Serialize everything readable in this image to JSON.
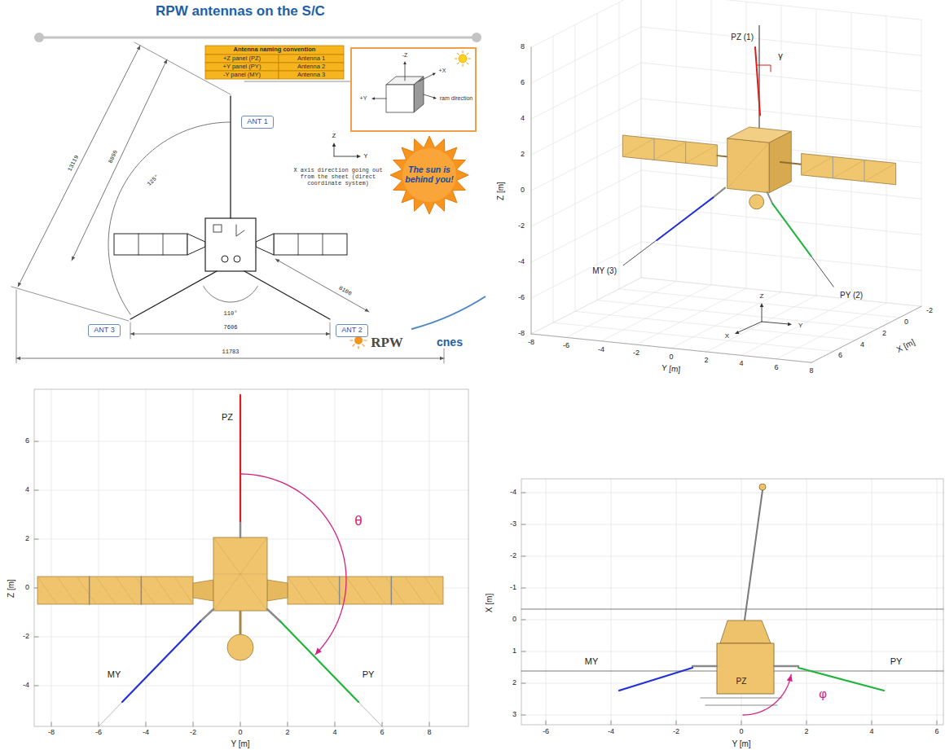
{
  "diagram": {
    "title": "RPW antennas on the S/C",
    "nodes": [
      {
        "text": [
          "-Z",
          "+X",
          "+Y",
          "ram direction"
        ]
      },
      {
        "text": [
          "ANT 1"
        ]
      },
      {
        "text": [
          "The sun is behind you!"
        ]
      },
      {
        "text": [
          "ANT 3"
        ]
      },
      {
        "text": [
          "ANT 2"
        ]
      }
    ],
    "labels": [
      "Antenna naming convention",
      "+Z panel (PZ)",
      "Antenna 1",
      "+Y panel (PY)",
      "Antenna 2",
      "-Y panel (MY)",
      "Antenna 3",
      "Z",
      "Y",
      "X axis direction going out from the sheet (direct coordinate system)",
      "13119",
      "8896",
      "125°",
      "8100",
      "110°",
      "7606",
      "11783",
      "RPW",
      "cnes",
      "PZ (1)",
      "γ",
      "MY (3)",
      "PY (2)",
      "Z [m]",
      "8",
      "6",
      "4",
      "2",
      "0",
      "-2",
      "-4",
      "-6",
      "-8",
      "Y [m]",
      "-8",
      "-6",
      "-4",
      "-2",
      "0",
      "2",
      "4",
      "6",
      "8",
      "X [m]",
      "-2",
      "0",
      "2",
      "4",
      "6",
      "Z",
      "X",
      "Y",
      "PZ",
      "θ",
      "MY",
      "PY",
      "Z [m]",
      "-4",
      "-2",
      "0",
      "2",
      "4",
      "6",
      "Y [m]",
      "-8",
      "-6",
      "-4",
      "-2",
      "0",
      "2",
      "4",
      "6",
      "8",
      "MY",
      "PZ",
      "PY",
      "φ",
      "X [m]",
      "-4",
      "-3",
      "-2",
      "-1",
      "0",
      "1",
      "2",
      "3",
      "Y [m]",
      "-6",
      "-4",
      "-2",
      "0",
      "2",
      "4",
      "6"
    ]
  }
}
